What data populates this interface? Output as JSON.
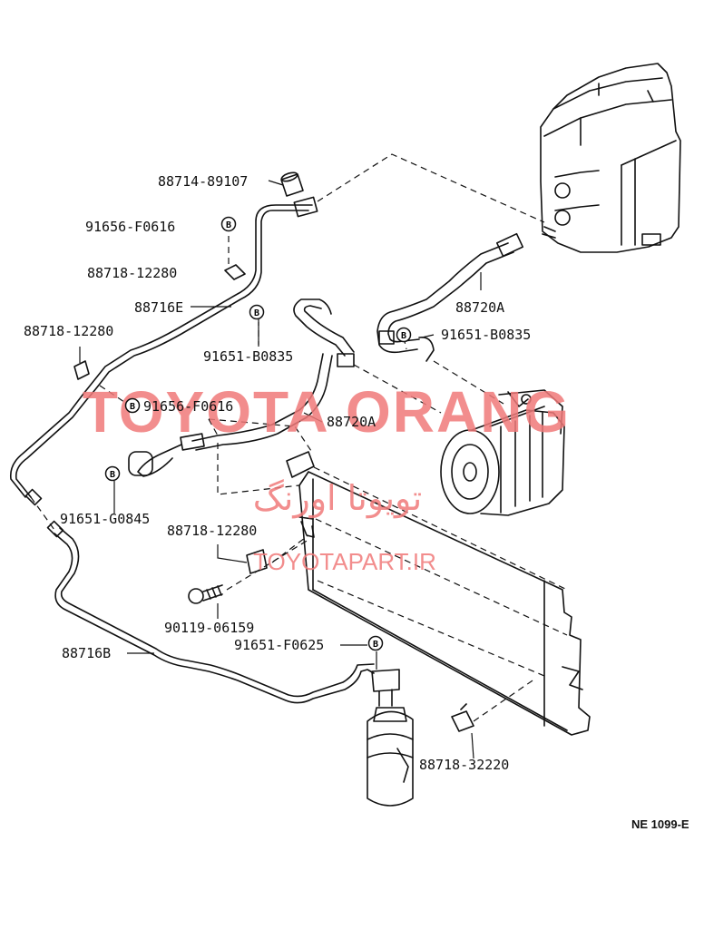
{
  "watermark": {
    "latin": "TOYOTA ORANG",
    "persian": "تویوتا اورنگ",
    "site": "TOYOTAPART.IR",
    "color": "#f07a7a"
  },
  "diagram_code": "NE 1099-E",
  "b_marker": "B",
  "labels": {
    "l88714_89107": "88714-89107",
    "l91656_F0616_top": "91656-F0616",
    "l88718_12280_top": "88718-12280",
    "l88716E": "88716E",
    "l88718_12280_left": "88718-12280",
    "l91651_B0835_mid": "91651-B0835",
    "l88720A_right": "88720A",
    "l91651_B0835_right": "91651-B0835",
    "l91656_F0616_mid": "91656-F0616",
    "l88720A_mid": "88720A",
    "l91651_G0845": "91651-G0845",
    "l88718_12280_mid": "88718-12280",
    "l90119_06159": "90119-06159",
    "l91651_F0625": "91651-F0625",
    "l88716B": "88716B",
    "l88718_32220": "88718-32220"
  },
  "line_color": "#111111"
}
